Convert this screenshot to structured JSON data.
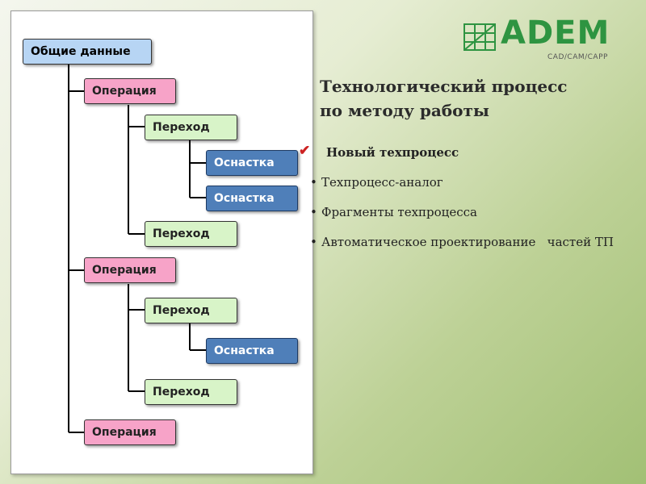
{
  "logo": {
    "name": "ADEM",
    "subtitle": "CAD/CAM/CAPP"
  },
  "title": {
    "line1": "Технологический процесс",
    "line2": "по методу работы"
  },
  "tree": {
    "root": "Общие данные",
    "operation": "Операция",
    "transition": "Переход",
    "tooling": "Оснастка"
  },
  "bullets": {
    "marker": "•",
    "check_marker": "✔",
    "selected": "Новый техпроцесс",
    "items": [
      "Техпроцесс-аналог",
      "Фрагменты техпроцесса",
      "Автоматическое проектирование   частей ТП"
    ]
  },
  "colors": {
    "root": "#b7d5f4",
    "operation": "#f7a3c8",
    "transition": "#d8f4c8",
    "tooling": "#4f7fb9",
    "logo": "#2e9441"
  }
}
